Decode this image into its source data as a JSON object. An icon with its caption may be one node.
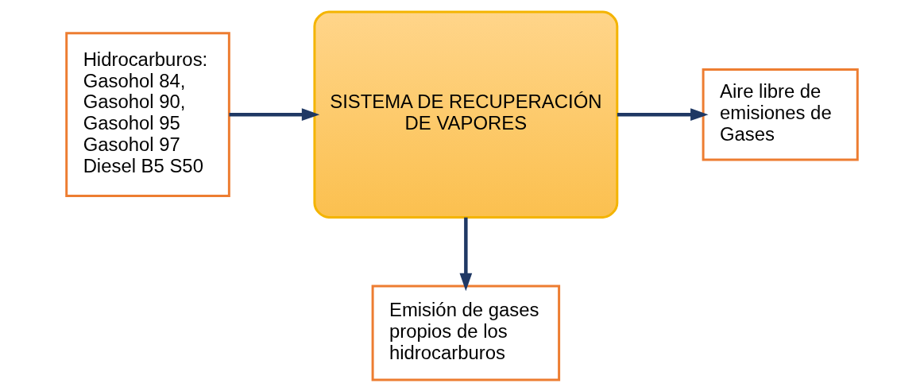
{
  "diagram": {
    "nodes": [
      {
        "text": [
          "Hidrocarburos:",
          "Gasohol 84,",
          "Gasohol 90,",
          "Gasohol 95",
          "Gasohol 97",
          "Diesel B5 S50"
        ]
      },
      {
        "text": [
          "SISTEMA DE RECUPERACIÓN DE VAPORES"
        ]
      },
      {
        "text": [
          "Aire libre de emisiones de Gases"
        ]
      },
      {
        "text": [
          "Emisión de gases propios de los hidrocarburos"
        ]
      }
    ],
    "edges": [
      {
        "from": 0,
        "to": 1,
        "arrow": "to"
      },
      {
        "from": 1,
        "to": 2,
        "arrow": "to"
      },
      {
        "from": 1,
        "to": 3,
        "arrow": "to"
      }
    ]
  }
}
